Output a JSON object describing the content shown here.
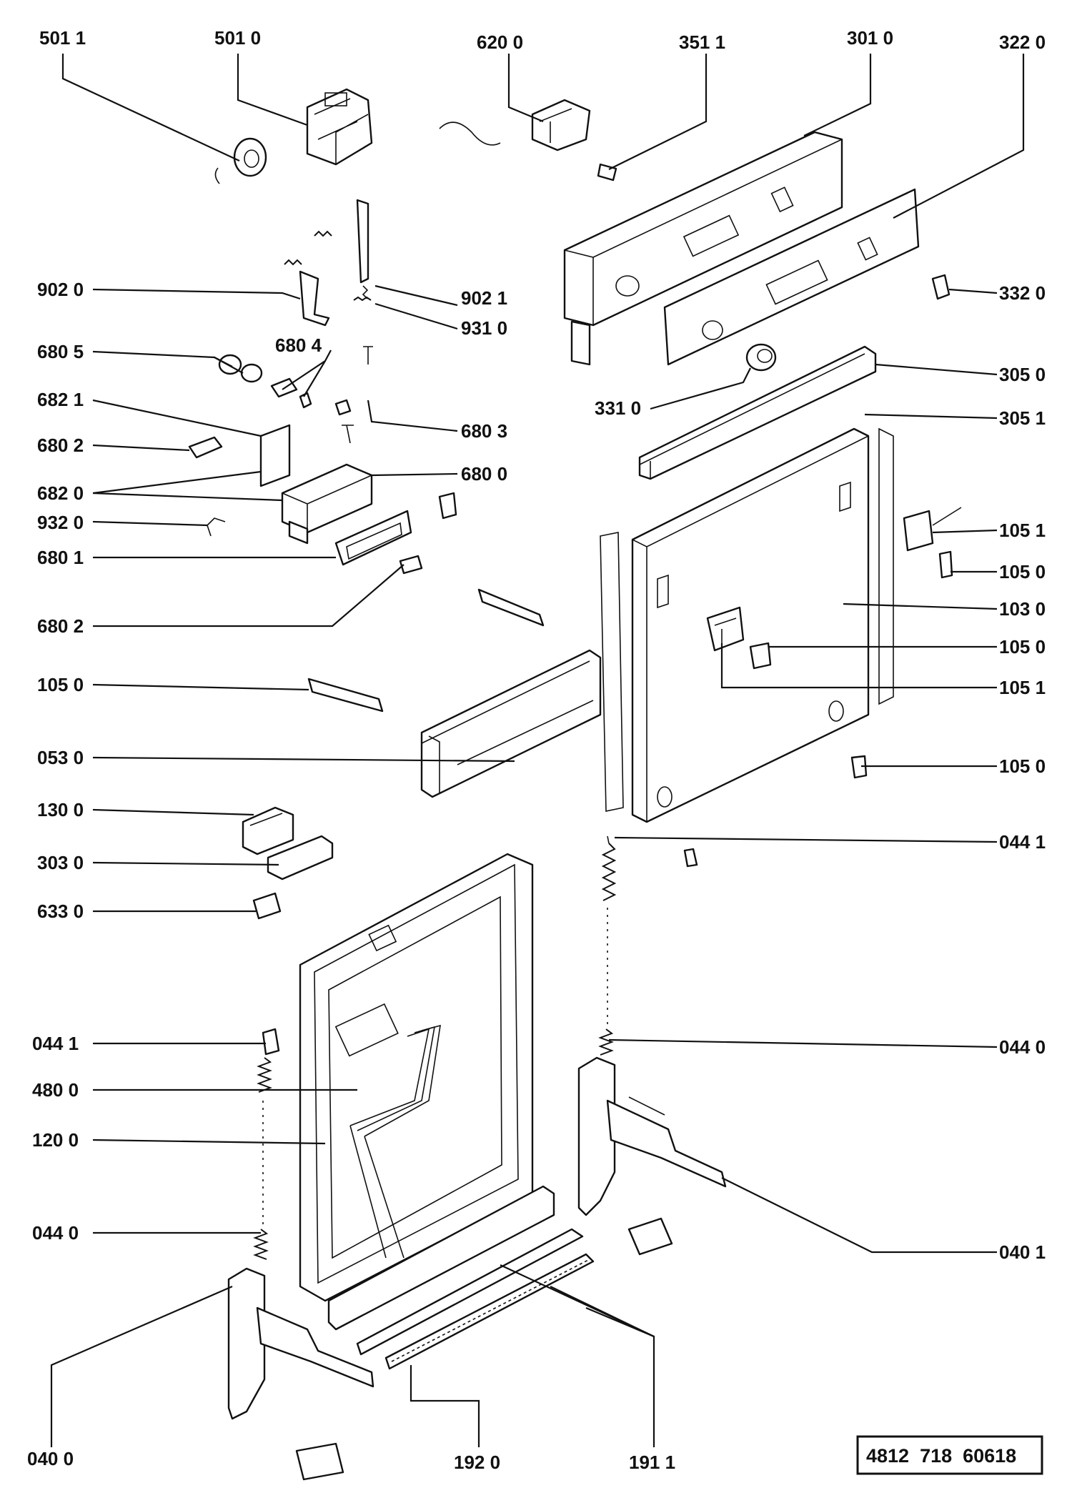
{
  "drawing_code": "4812  718  60618",
  "labels": {
    "l5011": "501 1",
    "l5010": "501 0",
    "l6200": "620 0",
    "l3511": "351 1",
    "l3010": "301 0",
    "l3220": "322 0",
    "l9020": "902 0",
    "l9021": "902 1",
    "l9310": "931 0",
    "l3320": "332 0",
    "l6805": "680 5",
    "l6804": "680 4",
    "l3050": "305 0",
    "l6821": "682 1",
    "l3310": "331 0",
    "l3051": "305 1",
    "l6803": "680 3",
    "l6802a": "680 2",
    "l6800": "680 0",
    "l6820": "682 0",
    "l9320": "932 0",
    "l1051a": "105 1",
    "l6801": "680 1",
    "l1050a": "105 0",
    "l1030": "103 0",
    "l6802b": "680 2",
    "l1050b": "105 0",
    "l1050c": "105 0",
    "l1051b": "105 1",
    "l0530": "053 0",
    "l1050d": "105 0",
    "l1300": "130 0",
    "l0441a": "044 1",
    "l3030": "303 0",
    "l6330": "633 0",
    "l0441b": "044 1",
    "l0440a": "044 0",
    "l4800": "480 0",
    "l1200": "120 0",
    "l0440b": "044 0",
    "l0401": "040 1",
    "l0400": "040 0",
    "l1920": "192 0",
    "l1911": "191 1"
  }
}
